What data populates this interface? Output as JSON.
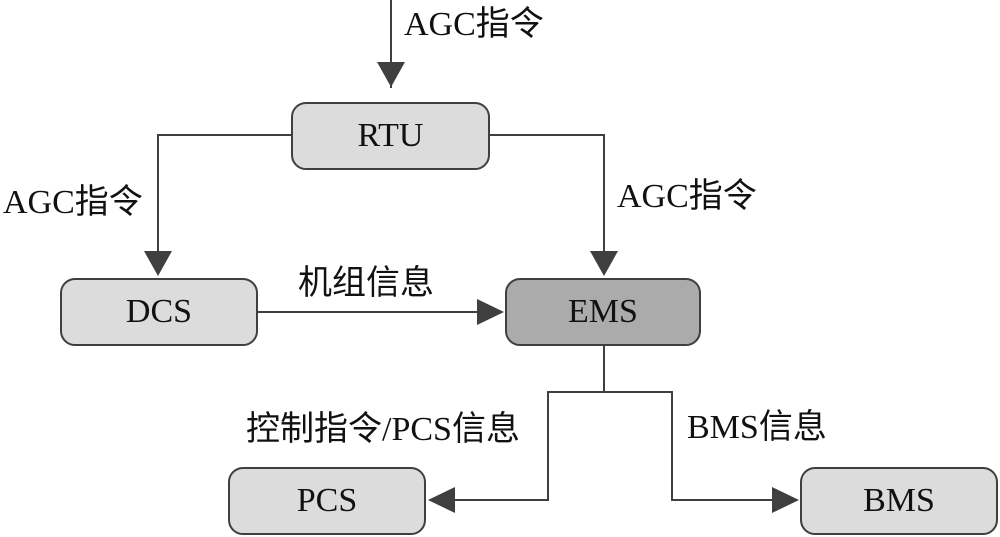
{
  "nodes": {
    "rtu": {
      "label": "RTU"
    },
    "dcs": {
      "label": "DCS"
    },
    "ems": {
      "label": "EMS"
    },
    "pcs": {
      "label": "PCS"
    },
    "bms": {
      "label": "BMS"
    }
  },
  "edges": {
    "incoming_to_rtu": {
      "label": "AGC指令"
    },
    "rtu_to_dcs": {
      "label": "AGC指令"
    },
    "rtu_to_ems": {
      "label": "AGC指令"
    },
    "dcs_to_ems": {
      "label": "机组信息"
    },
    "ems_to_pcs": {
      "label": "控制指令/PCS信息"
    },
    "ems_to_bms": {
      "label": "BMS信息"
    }
  },
  "colors": {
    "node_fill": "#dcdcdc",
    "ems_fill": "#ababab",
    "stroke": "#3f3f3f",
    "text": "#111111"
  }
}
